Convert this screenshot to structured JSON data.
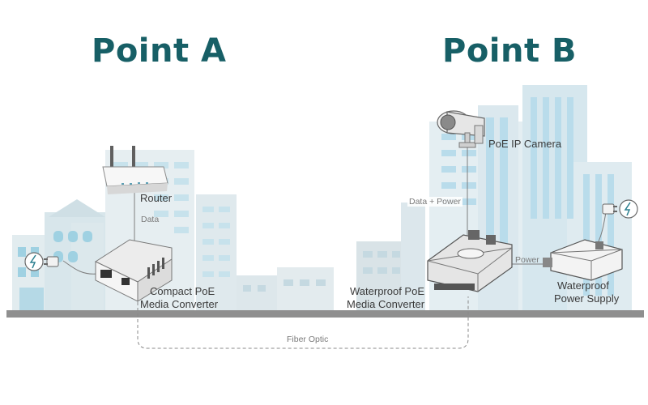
{
  "titles": {
    "point_a": "Point A",
    "point_b": "Point B"
  },
  "devices": {
    "router": "Router",
    "compact_converter": [
      "Compact PoE",
      "Media Converter"
    ],
    "waterproof_converter": [
      "Waterproof PoE",
      "Media Converter"
    ],
    "poe_ip_camera": "PoE IP Camera",
    "waterproof_power_supply": [
      "Waterproof",
      "Power Supply"
    ]
  },
  "links": {
    "data": "Data",
    "data_power": "Data + Power",
    "power": "Power",
    "fiber_optic": "Fiber Optic"
  },
  "colors": {
    "title": "#175f66",
    "building": "#dbe9ee",
    "building_dark": "#c6dbe2",
    "window": "#9fd1e2",
    "ground": "#8f8f8f",
    "line": "#7d7d7d"
  }
}
